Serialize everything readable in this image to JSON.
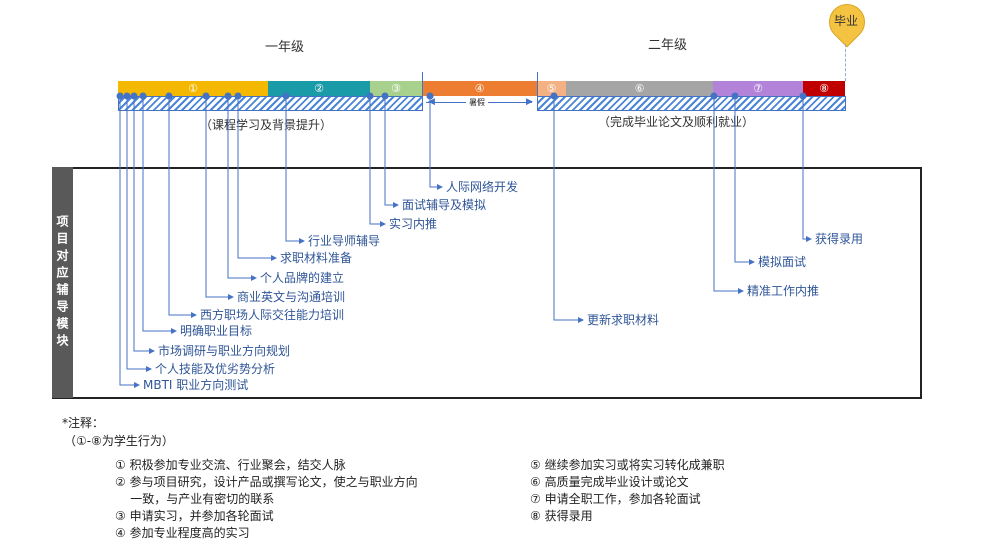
{
  "years": {
    "year1": "一年级",
    "year2": "二年级"
  },
  "graduation_pin": {
    "label": "毕业",
    "color": "#f5c342"
  },
  "segments": [
    {
      "label": "①",
      "color": "#f5b800"
    },
    {
      "label": "②",
      "color": "#1a9ba8"
    },
    {
      "label": "③",
      "color": "#a9d18e"
    },
    {
      "label": "④",
      "color": "#ed7d31"
    },
    {
      "label": "⑤",
      "color": "#f4b183"
    },
    {
      "label": "⑥",
      "color": "#a5a5a5"
    },
    {
      "label": "⑦",
      "color": "#b383d9"
    },
    {
      "label": "⑧",
      "color": "#c00000"
    }
  ],
  "summer_label": "暑假",
  "phase1": "（课程学习及背景提升）",
  "phase2": "（完成毕业论文及顺利就业）",
  "module_title": "项目对应辅导模块",
  "modules": [
    "MBTI 职业方向测试",
    "个人技能及优劣势分析",
    "市场调研与职业方向规划",
    "明确职业目标",
    "西方职场人际交往能力培训",
    "商业英文与沟通培训",
    "个人品牌的建立",
    "求职材料准备",
    "行业导师辅导",
    "实习内推",
    "面试辅导及模拟",
    "人际网络开发",
    "更新求职材料",
    "精准工作内推",
    "模拟面试",
    "获得录用"
  ],
  "notes": {
    "title": "*注释：",
    "subtitle": "（①-⑧为学生行为）",
    "left": [
      "① 积极参加专业交流、行业聚会，结交人脉",
      "② 参与项目研究，设计产品或撰写论文，使之与职业方向",
      "    一致，与产业有密切的联系",
      "③ 申请实习，并参加各轮面试",
      "④ 参加专业程度高的实习"
    ],
    "right": [
      "⑤ 继续参加实习或将实习转化成兼职",
      "⑥ 高质量完成毕业设计或论文",
      "⑦ 申请全职工作，参加各轮面试",
      "⑧ 获得录用"
    ]
  },
  "line_color": "#4472c4"
}
